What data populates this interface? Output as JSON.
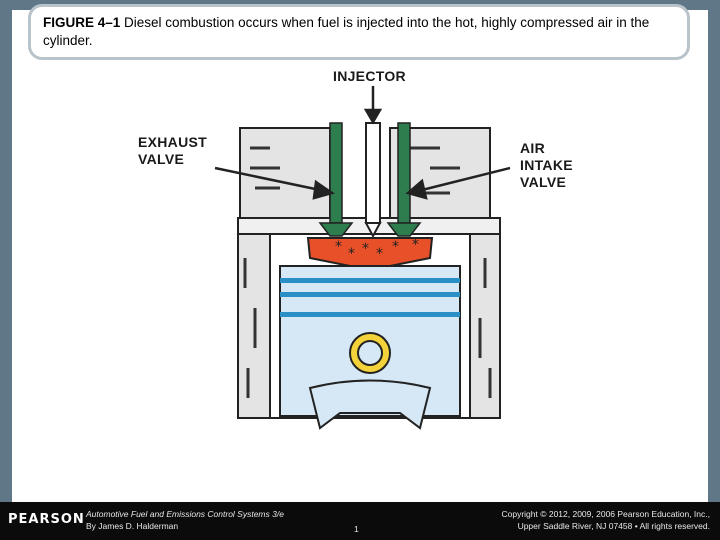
{
  "title": {
    "figure_label": "FIGURE 4–1",
    "caption": " Diesel combustion occurs when fuel is injected into the hot, highly compressed air in the cylinder."
  },
  "figure": {
    "labels": {
      "injector": "INJECTOR",
      "exhaust_valve": "EXHAUST\nVALVE",
      "air_intake_valve": "AIR\nINTAKE\nVALVE"
    },
    "colors": {
      "combustion": "#e8502a",
      "valve": "#2e7d4f",
      "piston": "#d6e8f5",
      "piston_rings": "#2a8fc4",
      "pin": "#f3d23a"
    }
  },
  "footer": {
    "logo": "PEARSON",
    "book_title": "Automotive Fuel and Emissions Control Systems 3/e",
    "author": "By James D. Halderman",
    "copyright_line1": "Copyright © 2012, 2009, 2006 Pearson Education, Inc.,",
    "copyright_line2": "Upper Saddle River, NJ 07458 • All rights reserved.",
    "page_number": "1"
  }
}
